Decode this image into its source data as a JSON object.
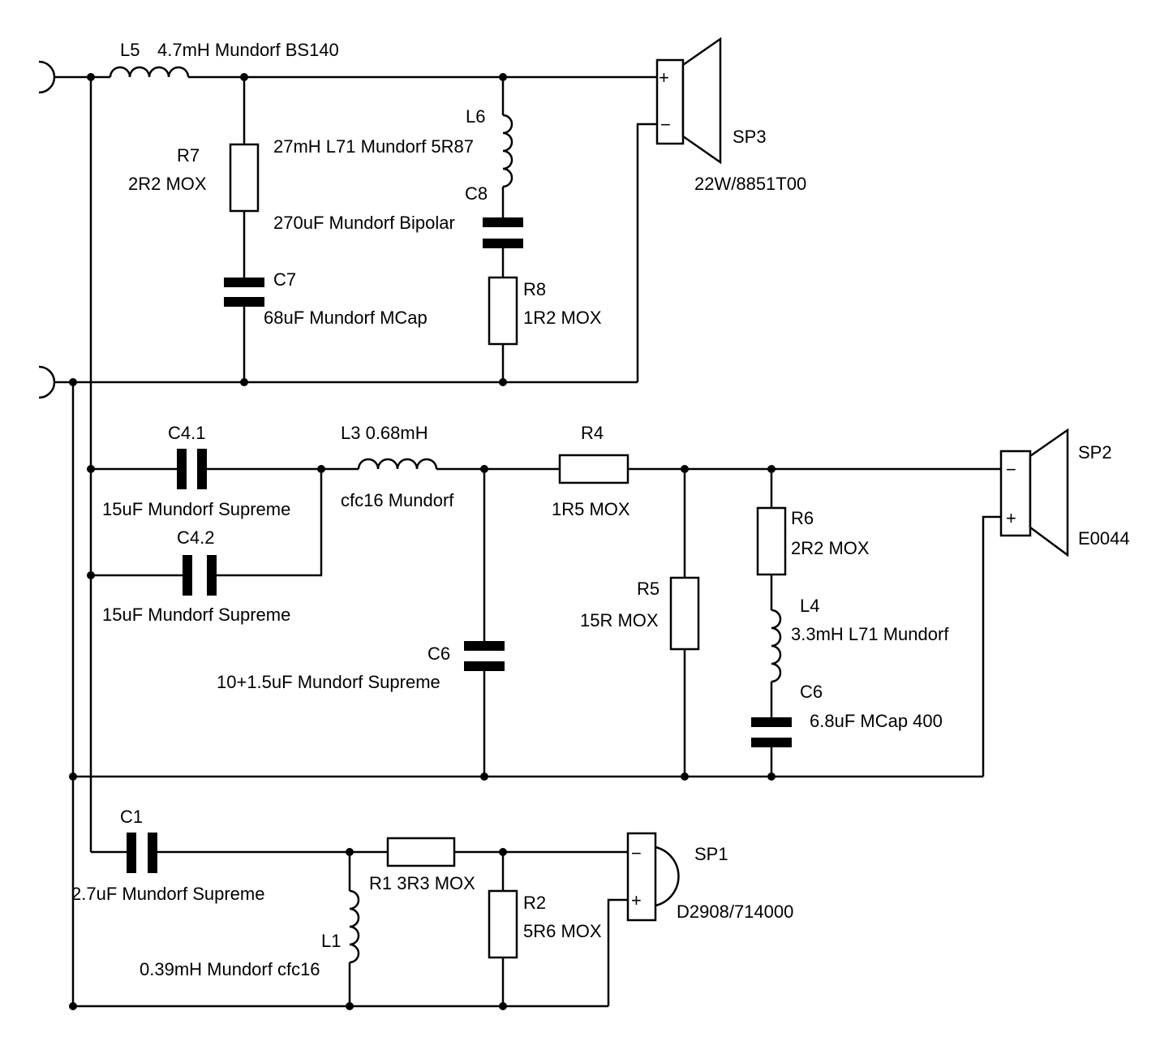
{
  "components": {
    "L5": {
      "ref": "L5",
      "value": "4.7mH  Mundorf BS140"
    },
    "R7": {
      "ref": "R7",
      "value": "2R2 MOX"
    },
    "C7": {
      "ref": "C7",
      "value": "68uF Mundorf MCap"
    },
    "L6": {
      "ref": "L6",
      "value": "27mH L71 Mundorf 5R87"
    },
    "C8": {
      "ref": "C8",
      "value": "270uF Mundorf Bipolar"
    },
    "R8": {
      "ref": "R8",
      "value": "1R2 MOX"
    },
    "SP3": {
      "ref": "SP3",
      "value": "22W/8851T00",
      "plus": "+",
      "minus": "−"
    },
    "C41": {
      "ref": "C4.1",
      "value": "15uF Mundorf Supreme"
    },
    "C42": {
      "ref": "C4.2",
      "value": "15uF Mundorf Supreme"
    },
    "L3": {
      "ref": "L3 0.68mH",
      "value": "cfc16 Mundorf"
    },
    "R4": {
      "ref": "R4",
      "value": "1R5 MOX"
    },
    "C6a": {
      "ref": "C6",
      "value": "10+1.5uF Mundorf Supreme"
    },
    "R5": {
      "ref": "R5",
      "value": "15R MOX"
    },
    "R6": {
      "ref": "R6",
      "value": "2R2 MOX"
    },
    "L4": {
      "ref": "L4",
      "value": "3.3mH L71 Mundorf"
    },
    "C6b": {
      "ref": "C6",
      "value": "6.8uF  MCap 400"
    },
    "SP2": {
      "ref": "SP2",
      "value": "E0044",
      "plus": "+",
      "minus": "−"
    },
    "C1": {
      "ref": "C1",
      "value": "2.7uF Mundorf Supreme"
    },
    "R1": {
      "ref": "R1 3R3 MOX"
    },
    "R2": {
      "ref": "R2",
      "value": "5R6 MOX"
    },
    "L1": {
      "ref": "L1",
      "value": "0.39mH Mundorf cfc16"
    },
    "SP1": {
      "ref": "SP1",
      "value": "D2908/714000",
      "plus": "+",
      "minus": "−"
    }
  }
}
